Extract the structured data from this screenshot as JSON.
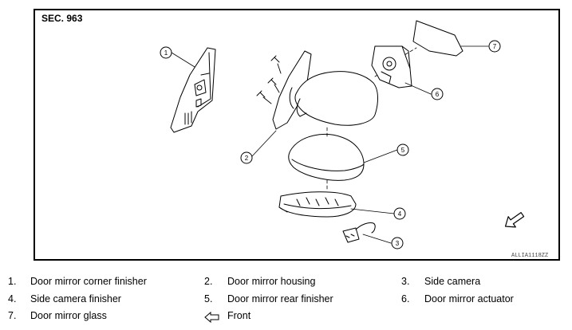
{
  "diagram": {
    "section": "SEC. 963",
    "code": "ALLIA1118ZZ",
    "callouts": [
      "1",
      "2",
      "3",
      "4",
      "5",
      "6",
      "7"
    ]
  },
  "legend": {
    "items": [
      {
        "num": "1.",
        "label": "Door mirror corner finisher"
      },
      {
        "num": "2.",
        "label": "Door mirror housing"
      },
      {
        "num": "3.",
        "label": "Side camera"
      },
      {
        "num": "4.",
        "label": "Side camera finisher"
      },
      {
        "num": "5.",
        "label": "Door mirror rear finisher"
      },
      {
        "num": "6.",
        "label": "Door mirror actuator"
      },
      {
        "num": "7.",
        "label": "Door mirror glass"
      }
    ],
    "front_label": "Front",
    "front_icon": "arrow-left-outline-icon"
  }
}
